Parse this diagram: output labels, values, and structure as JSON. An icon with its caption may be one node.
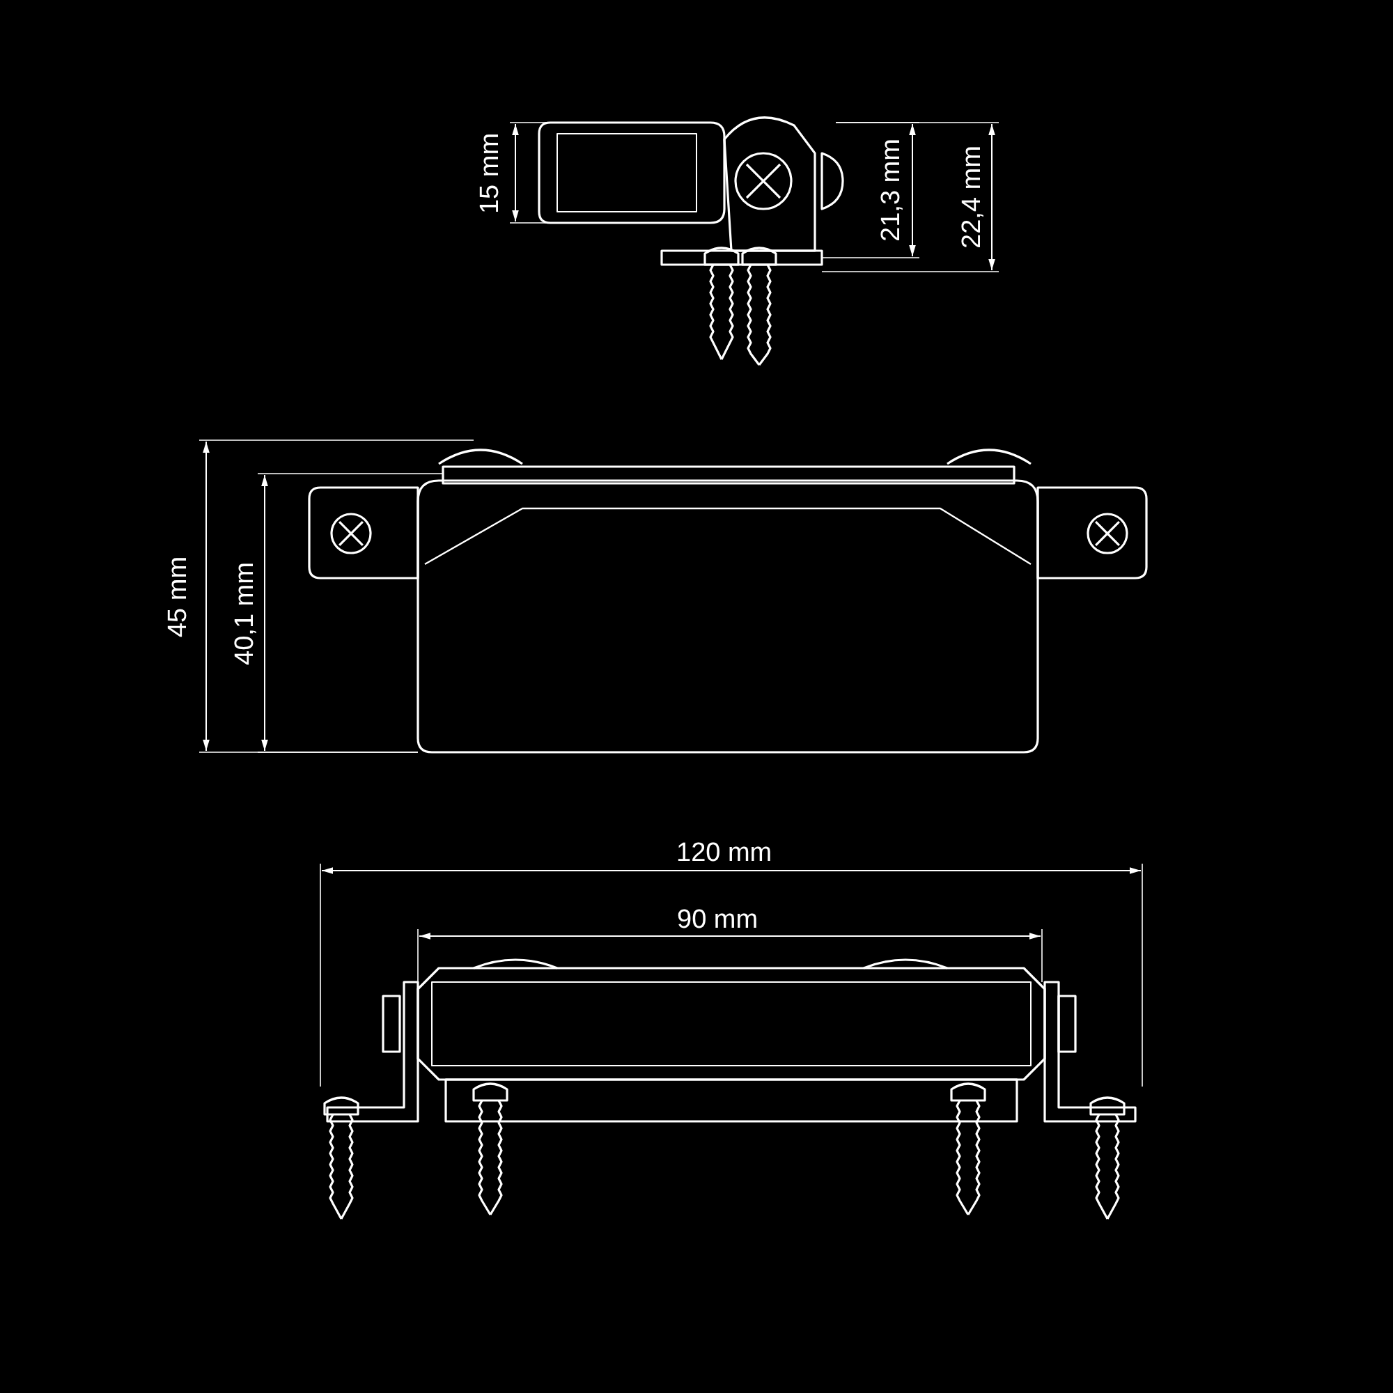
{
  "diagram": {
    "labels": [
      "15 mm",
      "21,3 mm",
      "22,4 mm",
      "45 mm",
      "40,1 mm",
      "120 mm",
      "90 mm"
    ]
  }
}
